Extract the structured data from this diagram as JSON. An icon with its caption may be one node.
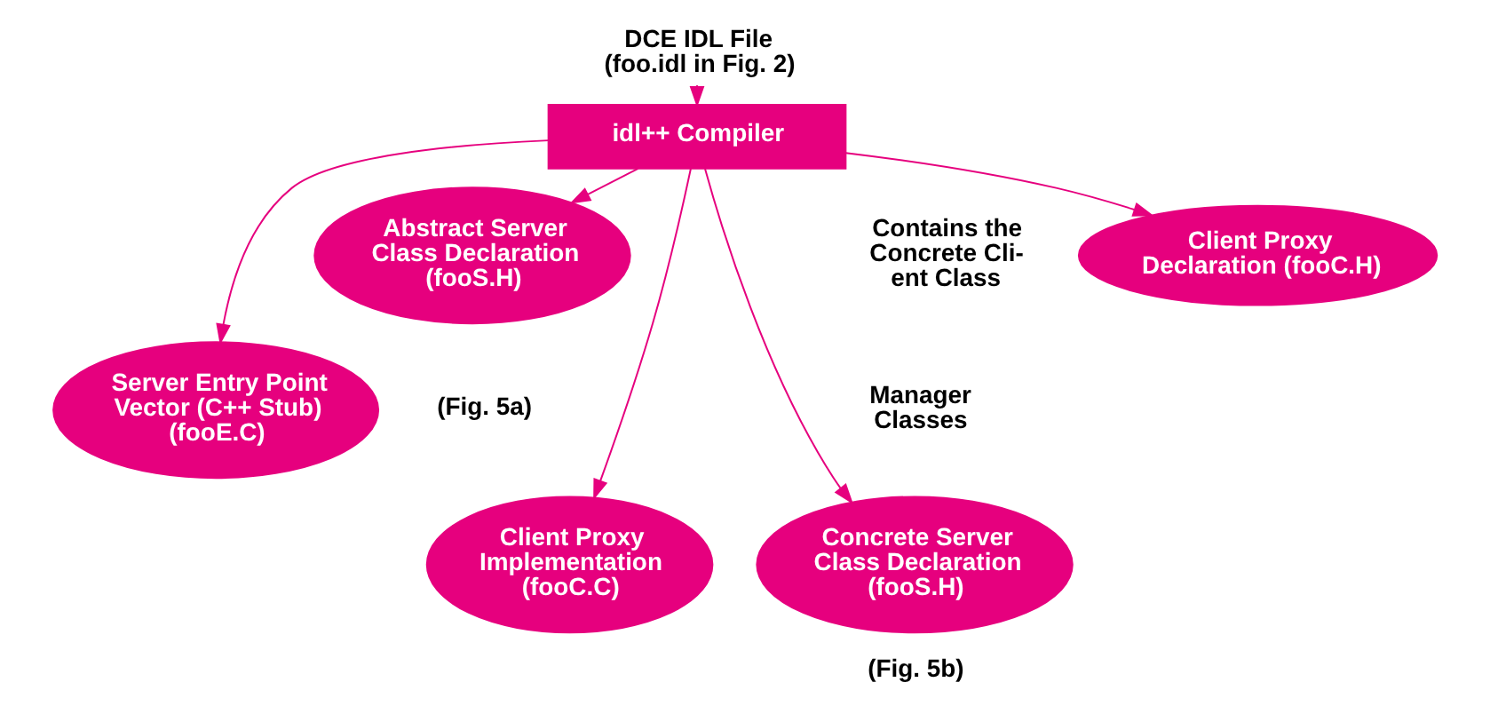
{
  "diagram": {
    "nodes": [
      {
        "text": [
          "DCE IDL File (foo.idl in Fig. 2)"
        ]
      },
      {
        "text": [
          "idl++ Compiler"
        ]
      },
      {
        "text": [
          "Client Proxy Declaration (fooC.H)"
        ]
      },
      {
        "text": [
          "Server Entry Point Vector (C++ Stub) (fooE.C)"
        ]
      },
      {
        "text": [
          "Abstract Server Class Declaration (fooS.H)"
        ],
        "beside": [
          "(Fig. 5a)"
        ]
      },
      {
        "text": [
          "Client Proxy Implementation (fooC.C)"
        ]
      },
      {
        "text": [
          "Concrete Server Class Declaration (fooS.H)"
        ],
        "beside": [
          "(Fig. 5b)"
        ]
      }
    ],
    "edges": [
      {
        "from": 0,
        "to": 1,
        "arrow": "to"
      },
      {
        "from": 1,
        "to": 2,
        "arrow": "to"
      },
      {
        "from": 1,
        "to": 3,
        "arrow": "to"
      },
      {
        "from": 1,
        "to": 4,
        "arrow": "to"
      },
      {
        "from": 1,
        "to": 5,
        "arrow": "to"
      },
      {
        "from": 1,
        "to": 6,
        "arrow": "to"
      }
    ],
    "labels": [
      "Contains the Concrete Cli- ent Class",
      "Manager Classes"
    ]
  }
}
